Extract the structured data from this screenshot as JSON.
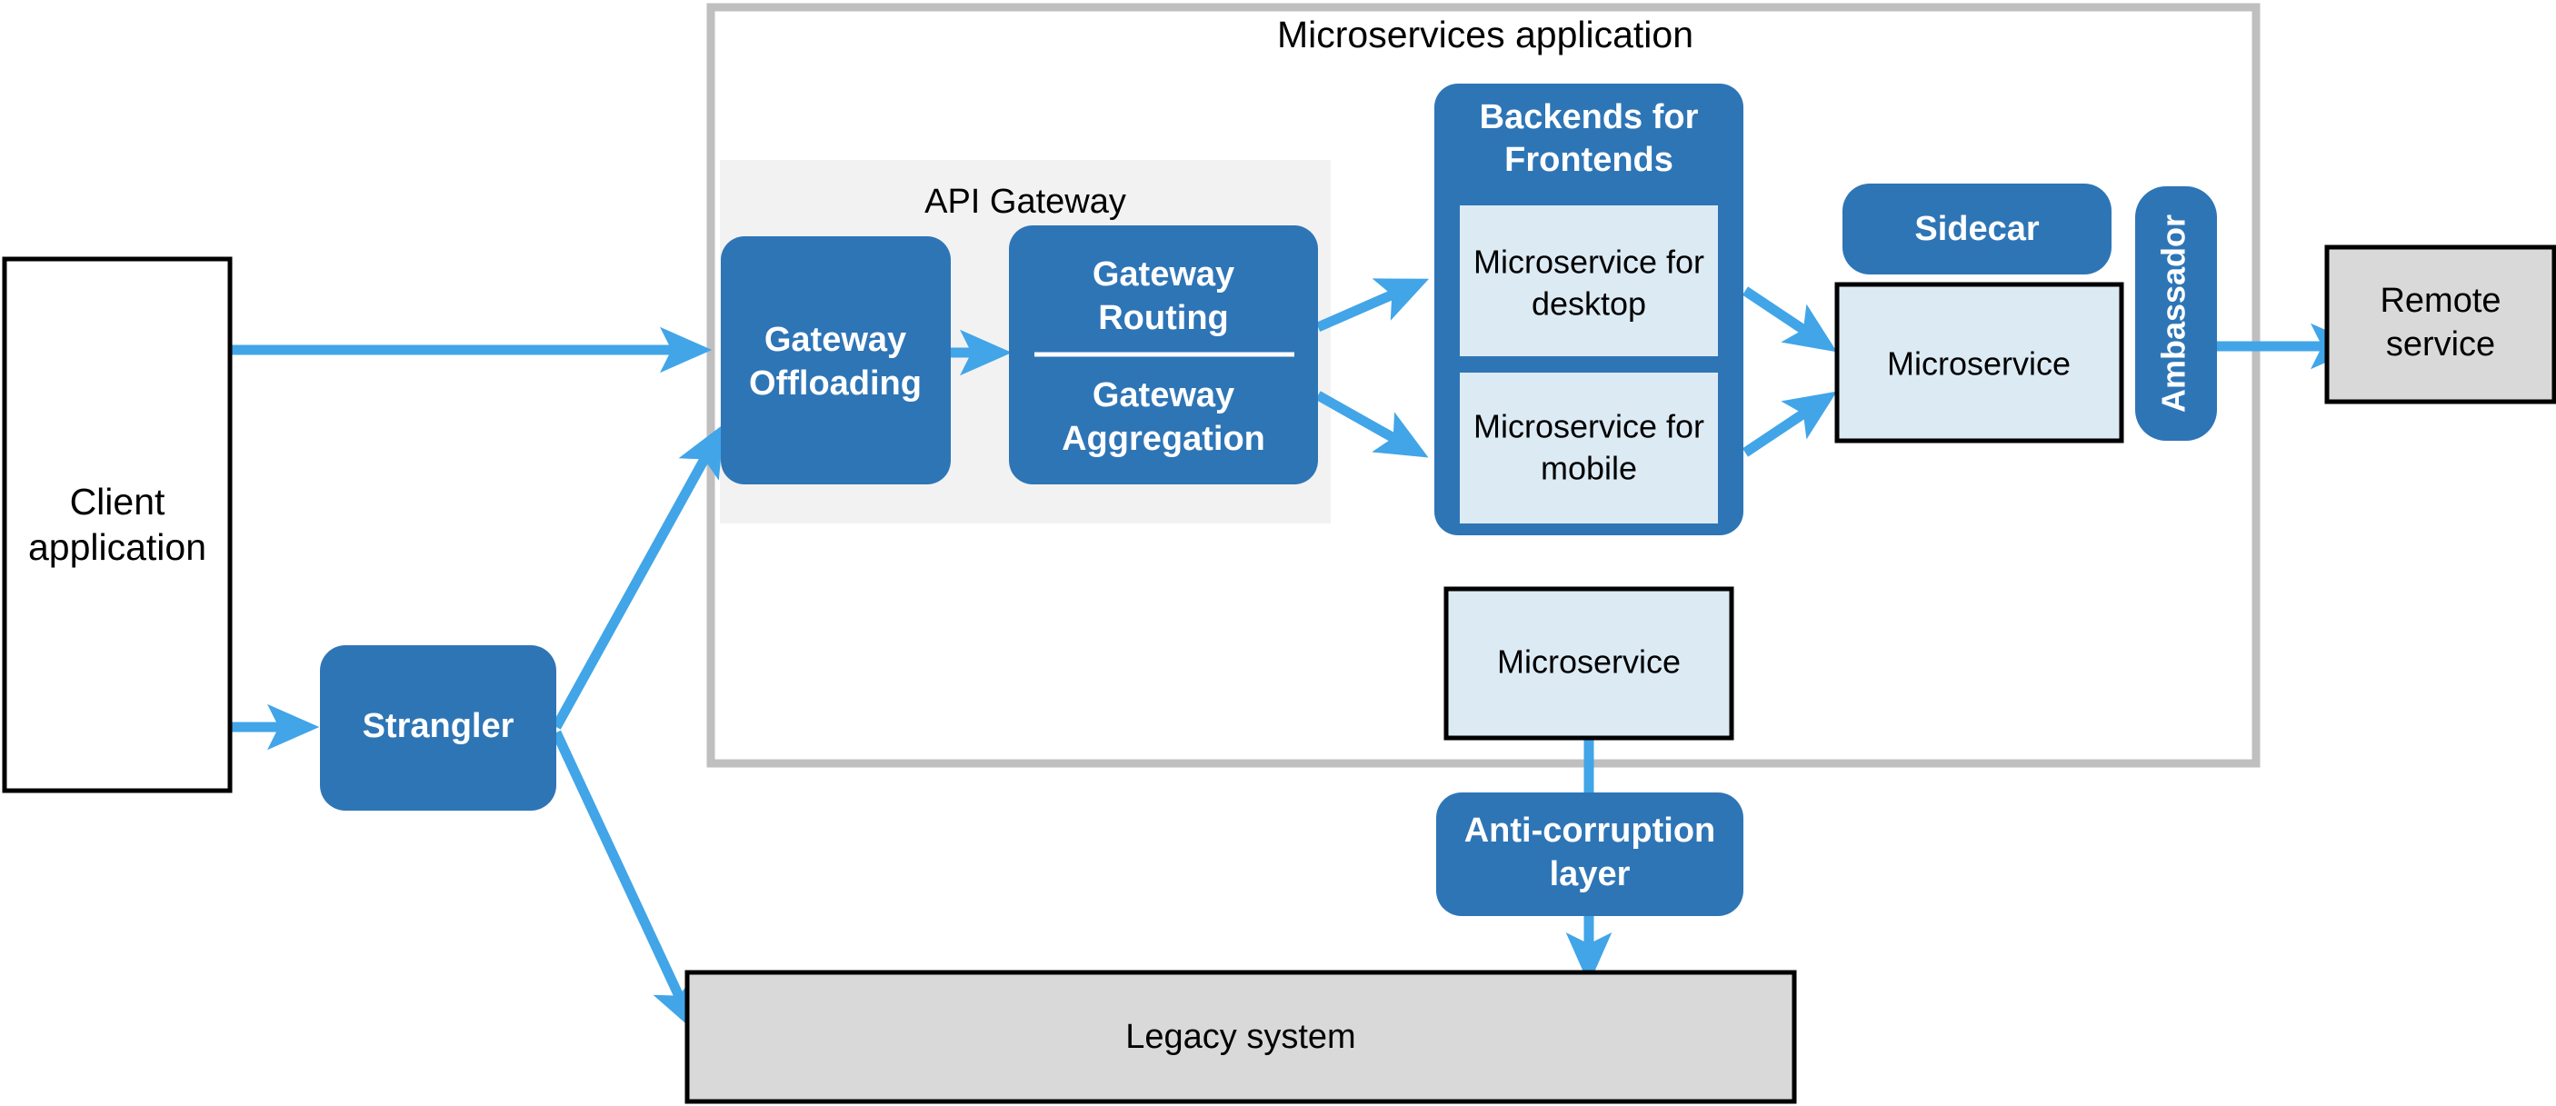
{
  "diagram": {
    "title": "Microservices application",
    "colors": {
      "brand_blue": "#2E75B6",
      "light_blue_fill": "#DCEAF4",
      "arrow_blue": "#41A5E8",
      "gray_fill": "#D9D9D9",
      "group_gray": "#F2F2F2",
      "container_border": "#BFBFBF",
      "black_border": "#000000",
      "white": "#FFFFFF"
    },
    "container": {
      "label": "Microservices application"
    },
    "groups": [
      {
        "id": "api-gateway",
        "label": "API Gateway"
      }
    ],
    "nodes": [
      {
        "id": "client-application",
        "label_line1": "Client",
        "label_line2": "application",
        "style": "white-box"
      },
      {
        "id": "strangler",
        "label": "Strangler",
        "style": "blue-rounded"
      },
      {
        "id": "gateway-offloading",
        "label_line1": "Gateway",
        "label_line2": "Offloading",
        "style": "blue-rounded"
      },
      {
        "id": "gateway-routing",
        "label_line1": "Gateway",
        "label_line2": "Routing",
        "style": "blue-rounded-split-top"
      },
      {
        "id": "gateway-aggregation",
        "label_line1": "Gateway",
        "label_line2": "Aggregation",
        "style": "blue-rounded-split-bottom"
      },
      {
        "id": "backends-for-frontends",
        "label_line1": "Backends for",
        "label_line2": "Frontends",
        "style": "blue-rounded-container"
      },
      {
        "id": "microservice-for-desktop",
        "label_line1": "Microservice for",
        "label_line2": "desktop",
        "style": "light-blue-box"
      },
      {
        "id": "microservice-for-mobile",
        "label_line1": "Microservice for",
        "label_line2": "mobile",
        "style": "light-blue-box"
      },
      {
        "id": "sidecar",
        "label": "Sidecar",
        "style": "blue-rounded"
      },
      {
        "id": "microservice-sidecar",
        "label": "Microservice",
        "style": "light-blue-box"
      },
      {
        "id": "ambassador",
        "label": "Ambassador",
        "style": "blue-rounded-vertical"
      },
      {
        "id": "remote-service",
        "label_line1": "Remote",
        "label_line2": "service",
        "style": "gray-box"
      },
      {
        "id": "microservice-standalone",
        "label": "Microservice",
        "style": "light-blue-box"
      },
      {
        "id": "anti-corruption-layer",
        "label_line1": "Anti-corruption",
        "label_line2": "layer",
        "style": "blue-rounded"
      },
      {
        "id": "legacy-system",
        "label": "Legacy system",
        "style": "gray-box"
      }
    ],
    "edges": [
      {
        "from": "client-application",
        "to": "gateway-offloading"
      },
      {
        "from": "client-application",
        "to": "strangler"
      },
      {
        "from": "strangler",
        "to": "gateway-offloading"
      },
      {
        "from": "strangler",
        "to": "legacy-system"
      },
      {
        "from": "gateway-offloading",
        "to": "gateway-routing"
      },
      {
        "from": "gateway-routing",
        "to": "microservice-for-desktop"
      },
      {
        "from": "gateway-aggregation",
        "to": "microservice-for-mobile"
      },
      {
        "from": "microservice-for-desktop",
        "to": "microservice-sidecar"
      },
      {
        "from": "microservice-for-mobile",
        "to": "microservice-sidecar"
      },
      {
        "from": "ambassador",
        "to": "remote-service"
      },
      {
        "from": "microservice-standalone",
        "to": "anti-corruption-layer"
      },
      {
        "from": "anti-corruption-layer",
        "to": "legacy-system"
      }
    ]
  }
}
